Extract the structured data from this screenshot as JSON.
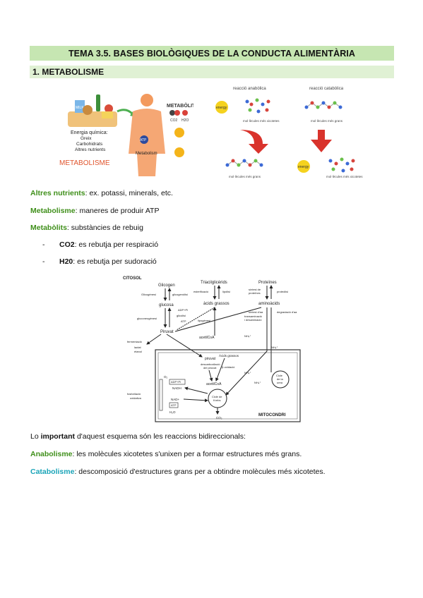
{
  "header": {
    "title": "TEMA 3.5. BASES BIOLÒGIQUES DE LA CONDUCTA ALIMENTÀRIA",
    "section": "1. METABOLISME"
  },
  "figure1": {
    "energy_label": "Energia química:",
    "energy_items": [
      "Greix",
      "Carbohidrats",
      "Altres nutrients"
    ],
    "brand": "METABOLISME",
    "metabolits_label": "METABÒLITS",
    "co2": "CO2",
    "h2o": "H2O",
    "atp": "ATP",
    "metabolism_label": "Metabolism",
    "milk": "MILK"
  },
  "figure2": {
    "anabolic": "reacció anabòlica",
    "catabolic": "reacció catabòlica",
    "small_molecules": "mol·lècules més xicotetes",
    "large_molecules": "mol·lècules més grans",
    "energy": "energy"
  },
  "definitions": [
    {
      "term": "Altres nutrients",
      "text": ": ex. potassi, minerals, etc."
    },
    {
      "term": "Metabolisme",
      "text": ": maneres de produir ATP"
    },
    {
      "term": "Metabòlits",
      "text": ": substàncies de rebuig"
    }
  ],
  "bullets": [
    {
      "term": "CO2",
      "text": ": es rebutja per respiració"
    },
    {
      "term": "H20",
      "text": ": es rebutja per sudoració"
    }
  ],
  "diagram": {
    "cytosol": "CITOSOL",
    "mitochondria": "MITOCONDRI",
    "glycogen": "Glicogen",
    "glycogenesis": "Glicogènesi",
    "glycogenolysis": "glicogenòlisi",
    "glucose": "glucosa",
    "glycolysis": "glicòlisi",
    "adp_pi": "ADP+Pi",
    "atp": "ATP",
    "gluconeogenesis": "gluconeogènesi",
    "pyruvate": "Piruvat",
    "fermentation": "fermentació",
    "lactate": "lactat",
    "ethanol": "etanol",
    "triglycerides": "Triacilglicèrids",
    "esterification": "esterificació",
    "lipolysis": "lipòlisi",
    "fatty_acids": "àcids grassos",
    "lipogenesis": "lipogènesi",
    "acetylcoa": "acetilCoA",
    "proteins": "Proteïnes",
    "protein_synthesis_1": "síntesi de",
    "protein_synthesis_2": "proteïnes",
    "proteolysis": "proteòlisi",
    "amino_acids": "aminoàcids",
    "aa_synthesis": "síntesi d'aa",
    "transamination_1": "transaminació",
    "transamination_2": "i desaminació",
    "aa_degradation": "degradació d'aa",
    "nh4": "NH₄⁺",
    "pyruvate_mito": "piruvat",
    "decarboxylation_1": "descarboxilació",
    "decarboxylation_2": "del piruvat",
    "fatty_acids_mito": "Àcids grassos",
    "beta_oxidation": "β-oxidació",
    "acetylcoa_mito": "acetilCoA",
    "krebs_1": "Cicle de",
    "krebs_2": "Krebs",
    "urea_1": "Cicle",
    "urea_2": "de la",
    "urea_3": "urea",
    "o2": "O₂",
    "nadh": "NADH",
    "nad": "NAD+",
    "h2o": "H₂O",
    "oxphos_1": "fosforilació",
    "oxphos_2": "oxidativa",
    "co2": "CO₂"
  },
  "after": {
    "lead_pre": "Lo ",
    "lead_bold": "important",
    "lead_post": " d'aquest esquema són les reaccions bidireccionals:",
    "anabolism_term": "Anabolisme",
    "anabolism_text": ": les molècules xicotetes s'unixen per a formar estructures més grans.",
    "catabolism_term": "Catabolisme",
    "catabolism_text": ": descomposició d'estructures grans per a obtindre molècules més xicotetes."
  }
}
